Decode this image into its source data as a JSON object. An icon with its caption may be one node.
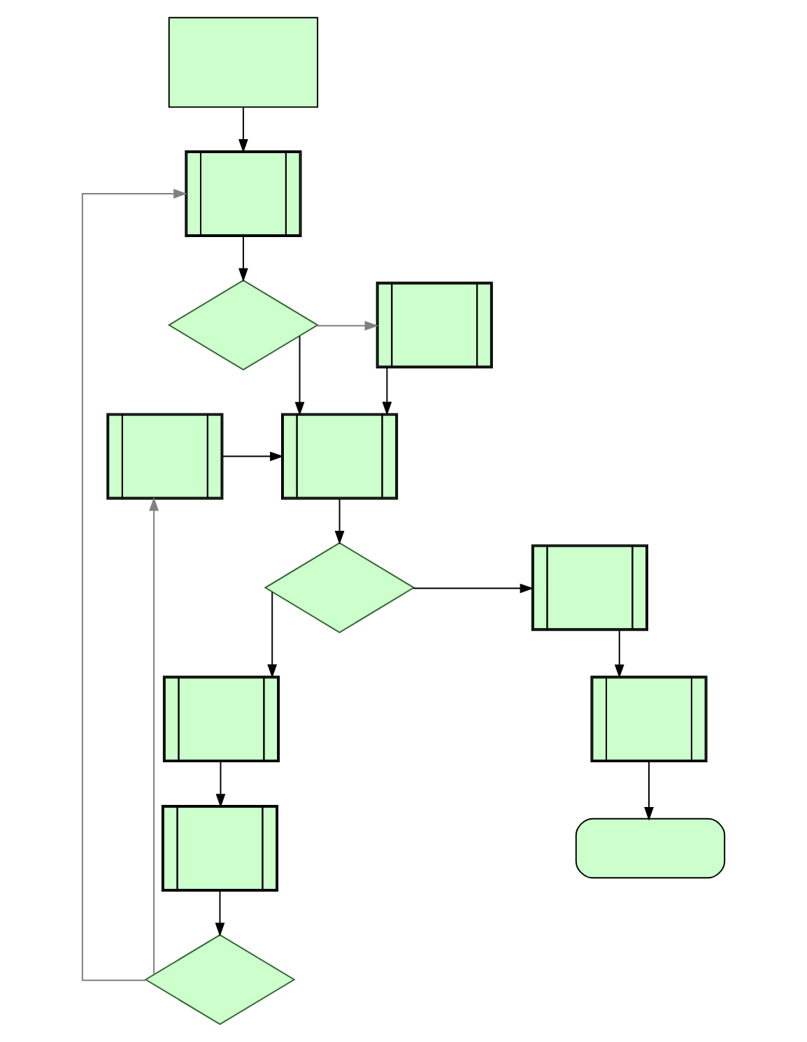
{
  "diagram": {
    "nodes": [
      {
        "text": [],
        "shape": "box"
      },
      {
        "text": [],
        "shape": "subroutine"
      },
      {
        "text": [],
        "shape": "subroutine"
      },
      {
        "text": [],
        "shape": "diamond"
      },
      {
        "text": [],
        "shape": "subroutine"
      },
      {
        "text": [],
        "shape": "subroutine"
      },
      {
        "text": [],
        "shape": "subroutine"
      },
      {
        "text": [],
        "shape": "diamond"
      },
      {
        "text": [],
        "shape": "subroutine"
      },
      {
        "text": [],
        "shape": "subroutine"
      },
      {
        "text": [],
        "shape": "rounded"
      },
      {
        "text": [],
        "shape": "subroutine"
      },
      {
        "text": [],
        "shape": "diamond"
      }
    ],
    "edges": [
      {
        "from": 0,
        "to": 1,
        "arrow": "to"
      },
      {
        "from": 1,
        "to": 3,
        "arrow": "to"
      },
      {
        "from": 3,
        "to": 2,
        "arrow": "to",
        "color": "#808080"
      },
      {
        "from": 3,
        "to": 5,
        "arrow": "to"
      },
      {
        "from": 2,
        "to": 5,
        "arrow": "to"
      },
      {
        "from": 4,
        "to": 5,
        "arrow": "to"
      },
      {
        "from": 5,
        "to": 7,
        "arrow": "to"
      },
      {
        "from": 7,
        "to": 6,
        "arrow": "to"
      },
      {
        "from": 7,
        "to": 9,
        "arrow": "to"
      },
      {
        "from": 6,
        "to": 8,
        "arrow": "to"
      },
      {
        "from": 8,
        "to": 10,
        "arrow": "to"
      },
      {
        "from": 9,
        "to": 11,
        "arrow": "to"
      },
      {
        "from": 11,
        "to": 12,
        "arrow": "to"
      },
      {
        "from": 12,
        "to": 4,
        "arrow": "to",
        "color": "#808080"
      },
      {
        "from": 12,
        "to": 1,
        "arrow": "to",
        "color": "#808080"
      }
    ]
  }
}
